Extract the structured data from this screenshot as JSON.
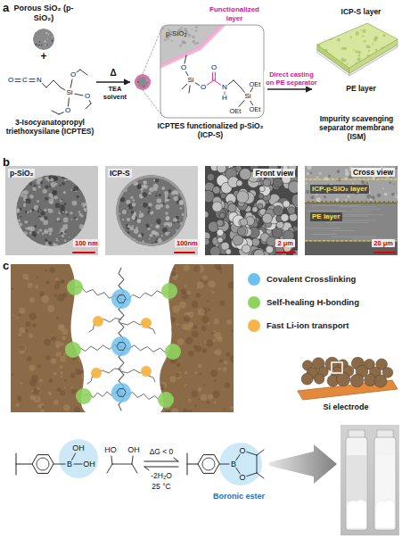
{
  "diagram": {
    "nodes": [
      {
        "text": [
          "Porous SiO₂ (p-SiO₂)"
        ]
      },
      {
        "text": [
          "3-Isocyanatopropyl triethoxysilane (ICPTES)"
        ]
      },
      {
        "text": [
          "p-SiO₂",
          "Functionalized layer",
          "ICPTES functionalized p-SiO₂ (ICP-S)"
        ]
      },
      {
        "text": [
          "ICP-S layer",
          "PE layer",
          "Impurity scavenging separator membrane (ISM)"
        ]
      },
      {
        "text": [
          "p-SiO₂",
          "100 nm"
        ]
      },
      {
        "text": [
          "ICP-S",
          "100nm"
        ]
      },
      {
        "text": [
          "Front view",
          "2 μm"
        ]
      },
      {
        "text": [
          "Cross view",
          "ICP-p-SiO₂ layer",
          "PE layer",
          "20 μm"
        ]
      },
      {
        "text": [
          "Si electrode"
        ]
      }
    ],
    "edges": [
      {
        "from": 1,
        "to": 2,
        "label": "TEA solvent",
        "arrow": "to"
      },
      {
        "from": 2,
        "to": 3,
        "label": "Direct casting on PE separator",
        "arrow": "to"
      }
    ],
    "labels": [
      "a",
      "+",
      "O",
      "C",
      "N",
      "Si",
      "O",
      "O",
      "O",
      "Δ",
      "O",
      "Si",
      "O",
      "O",
      "N",
      "H",
      "Si",
      "OEt",
      "OEt",
      "OEt",
      "b",
      "c",
      "B",
      "OH",
      "OH",
      "HO",
      "OH",
      "ΔG < 0",
      "-2H₂O",
      "25 °C",
      "B",
      "O",
      "O",
      "Boronic ester"
    ],
    "legend": [
      {
        "text": "Covalent Crosslinking",
        "color": "#6ec1ee"
      },
      {
        "text": "Self-healing H-bonding",
        "color": "#8fd35f"
      },
      {
        "text": "Fast Li-ion transport",
        "color": "#f6b547"
      }
    ]
  }
}
